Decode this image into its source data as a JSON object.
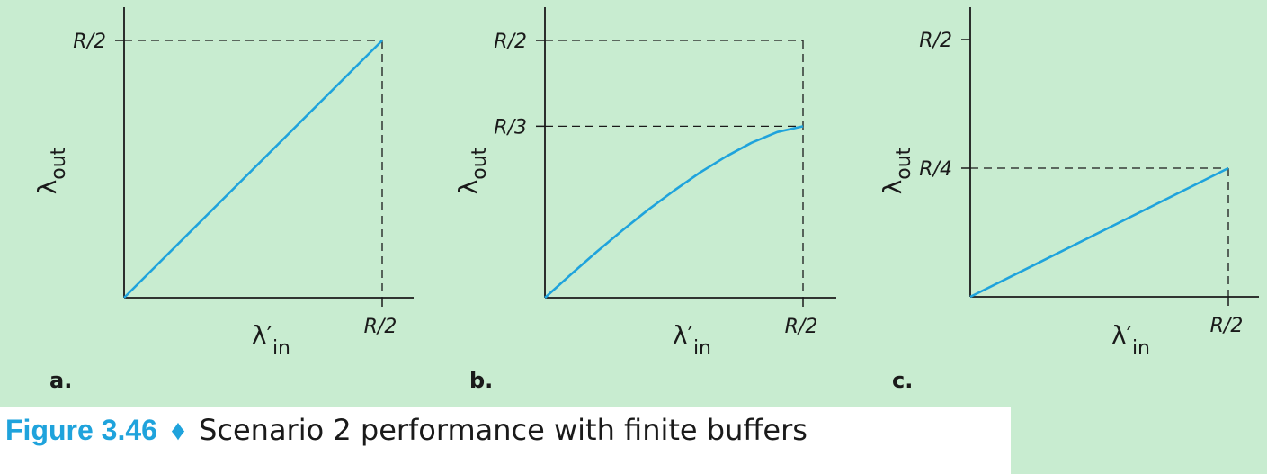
{
  "chart_data": [
    {
      "type": "line",
      "panel_label": "a.",
      "xlabel_base": "λ′",
      "xlabel_sub": "in",
      "ylabel_base": "λ",
      "ylabel_sub": "out",
      "x": [
        0,
        0.5
      ],
      "y": [
        0,
        0.5
      ],
      "xticks": [
        {
          "value": 0.5,
          "label": "R/2"
        }
      ],
      "yticks": [
        {
          "value": 0.5,
          "label": "R/2"
        }
      ],
      "guides": [
        {
          "from": [
            0,
            0.5
          ],
          "to": [
            0.5,
            0.5
          ]
        },
        {
          "from": [
            0.5,
            0.5
          ],
          "to": [
            0.5,
            0
          ]
        }
      ],
      "xlim": [
        0,
        0.5
      ],
      "ylim": [
        0,
        0.5
      ]
    },
    {
      "type": "line",
      "panel_label": "b.",
      "xlabel_base": "λ′",
      "xlabel_sub": "in",
      "ylabel_base": "λ",
      "ylabel_sub": "out",
      "x": [
        0,
        0.05,
        0.1,
        0.15,
        0.2,
        0.25,
        0.3,
        0.35,
        0.4,
        0.45,
        0.5
      ],
      "y": [
        0,
        0.045,
        0.089,
        0.131,
        0.171,
        0.208,
        0.243,
        0.274,
        0.301,
        0.322,
        0.3333
      ],
      "xticks": [
        {
          "value": 0.5,
          "label": "R/2"
        }
      ],
      "yticks": [
        {
          "value": 0.5,
          "label": "R/2"
        },
        {
          "value": 0.3333,
          "label": "R/3"
        }
      ],
      "guides": [
        {
          "from": [
            0,
            0.5
          ],
          "to": [
            0.5,
            0.5
          ]
        },
        {
          "from": [
            0.5,
            0.5
          ],
          "to": [
            0.5,
            0
          ]
        },
        {
          "from": [
            0,
            0.3333
          ],
          "to": [
            0.5,
            0.3333
          ]
        }
      ],
      "xlim": [
        0,
        0.5
      ],
      "ylim": [
        0,
        0.5
      ]
    },
    {
      "type": "line",
      "panel_label": "c.",
      "xlabel_base": "λ′",
      "xlabel_sub": "in",
      "ylabel_base": "λ",
      "ylabel_sub": "out",
      "x": [
        0,
        0.5
      ],
      "y": [
        0,
        0.25
      ],
      "xticks": [
        {
          "value": 0.5,
          "label": "R/2"
        }
      ],
      "yticks": [
        {
          "value": 0.5,
          "label": "R/2"
        },
        {
          "value": 0.25,
          "label": "R/4"
        }
      ],
      "guides": [
        {
          "from": [
            0,
            0.25
          ],
          "to": [
            0.5,
            0.25
          ]
        },
        {
          "from": [
            0.5,
            0.25
          ],
          "to": [
            0.5,
            0
          ]
        }
      ],
      "xlim": [
        0,
        0.5
      ],
      "ylim": [
        0,
        0.5
      ]
    }
  ],
  "colors": {
    "line": "#1fa3dc",
    "axis": "#1a1a1a",
    "guide": "#1a1a1a",
    "background": "#c8ecd0",
    "caption_accent": "#1fa3dc"
  },
  "caption": {
    "number": "Figure 3.46",
    "separator": "♦",
    "text": "Scenario 2 performance with finite buffers"
  }
}
